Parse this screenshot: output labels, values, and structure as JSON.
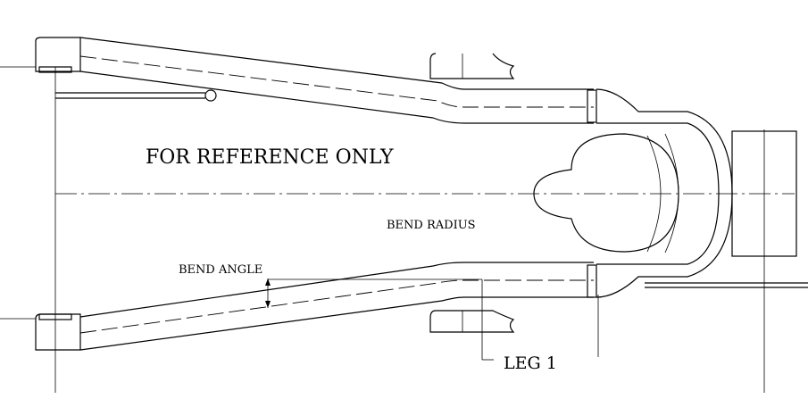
{
  "labels": {
    "reference_note": "FOR REFERENCE ONLY",
    "bend_radius": "BEND RADIUS",
    "bend_angle": "BEND ANGLE",
    "leg_1": "LEG 1"
  }
}
